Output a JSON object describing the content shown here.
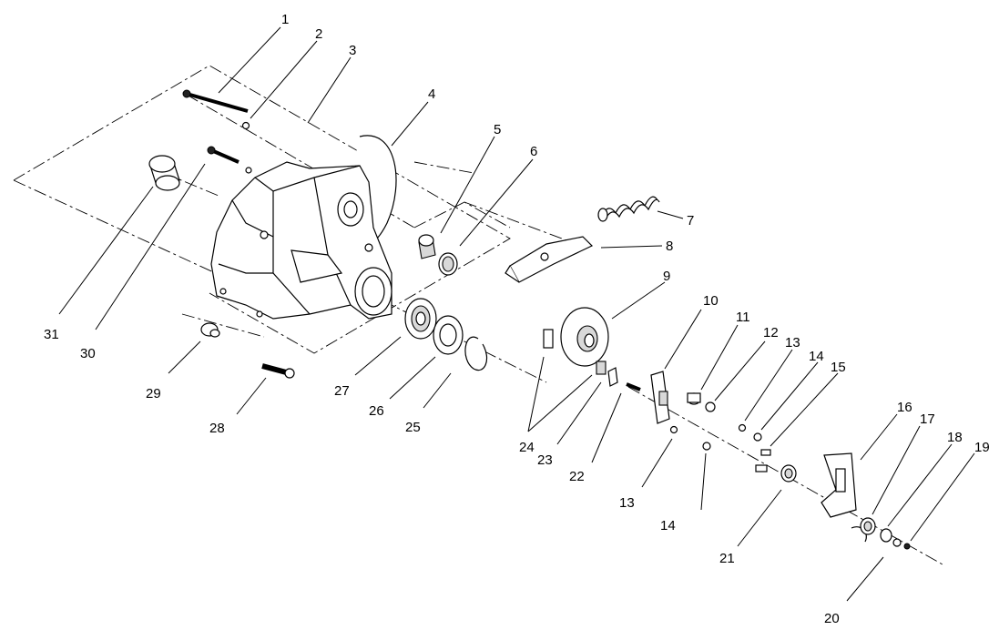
{
  "callouts": [
    "1",
    "2",
    "3",
    "4",
    "5",
    "6",
    "7",
    "8",
    "9",
    "10",
    "11",
    "12",
    "13",
    "14",
    "15",
    "16",
    "17",
    "18",
    "19",
    "20",
    "21",
    "22",
    "23",
    "24",
    "25",
    "26",
    "27",
    "28",
    "29",
    "30",
    "31",
    "13",
    "14"
  ]
}
